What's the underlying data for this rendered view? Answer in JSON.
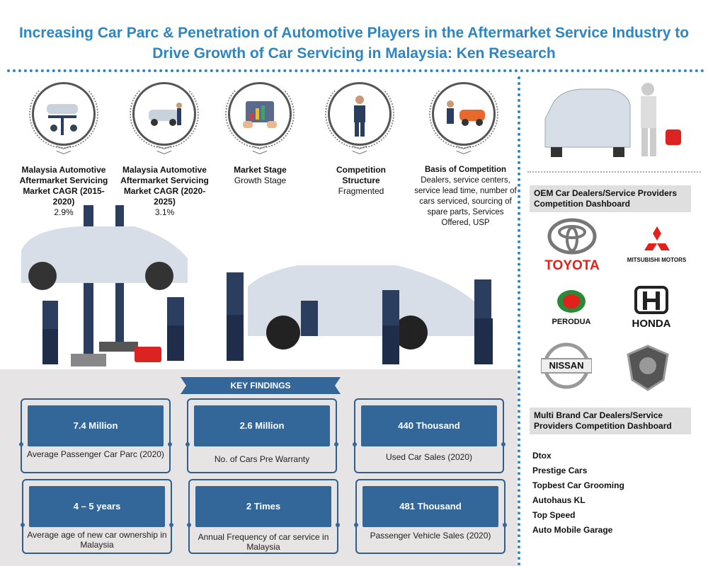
{
  "title": "Increasing Car Parc & Penetration of Automotive Players in the Aftermarket Service Industry to Drive Growth of Car Servicing in Malaysia: Ken Research",
  "metrics": [
    {
      "label": "Malaysia Automotive Aftermarket Servicing Market CAGR (2015-2020)",
      "value": "2.9%",
      "icon": "car-lift-icon"
    },
    {
      "label": "Malaysia Automotive Aftermarket Servicing Market CAGR (2020-2025)",
      "value": "3.1%",
      "icon": "car-repair-icon"
    },
    {
      "label": "Market Stage",
      "value": "Growth Stage",
      "icon": "growth-chart-icon"
    },
    {
      "label": "Competition Structure",
      "value": "Fragmented",
      "icon": "mechanic-icon"
    },
    {
      "label": "Basis of Competition",
      "value": "Dealers, service centers, service lead time, number of cars serviced, sourcing of spare parts, Services Offered, USP",
      "icon": "mechanics-car-icon"
    }
  ],
  "key_findings": {
    "title": "KEY FINDINGS",
    "items": [
      {
        "value": "7.4 Million",
        "label": "Average Passenger Car Parc (2020)"
      },
      {
        "value": "2.6 Million",
        "label": "No. of Cars Pre Warranty"
      },
      {
        "value": "440 Thousand",
        "label": "Used Car Sales (2020)"
      },
      {
        "value": "4 – 5 years",
        "label": "Average age of new car ownership in Malaysia"
      },
      {
        "value": "2 Times",
        "label": "Annual  Frequency of car service in Malaysia"
      },
      {
        "value": "481 Thousand",
        "label": "Passenger Vehicle Sales (2020)"
      }
    ]
  },
  "oem": {
    "title": "OEM Car Dealers/Service Providers Competition Dashboard",
    "logos": [
      "TOYOTA",
      "MITSUBISHI MOTORS",
      "PERODUA",
      "HONDA",
      "NISSAN",
      "PROTON"
    ]
  },
  "multi": {
    "title": "Multi Brand Car Dealers/Service Providers Competition Dashboard",
    "items": [
      "Dtox",
      "Prestige Cars",
      "Topbest Car Grooming",
      "Autohaus KL",
      "Top Speed",
      "Auto Mobile Garage"
    ]
  },
  "colors": {
    "accent": "#2e86c1",
    "box": "#336699",
    "red": "#e2211c"
  }
}
